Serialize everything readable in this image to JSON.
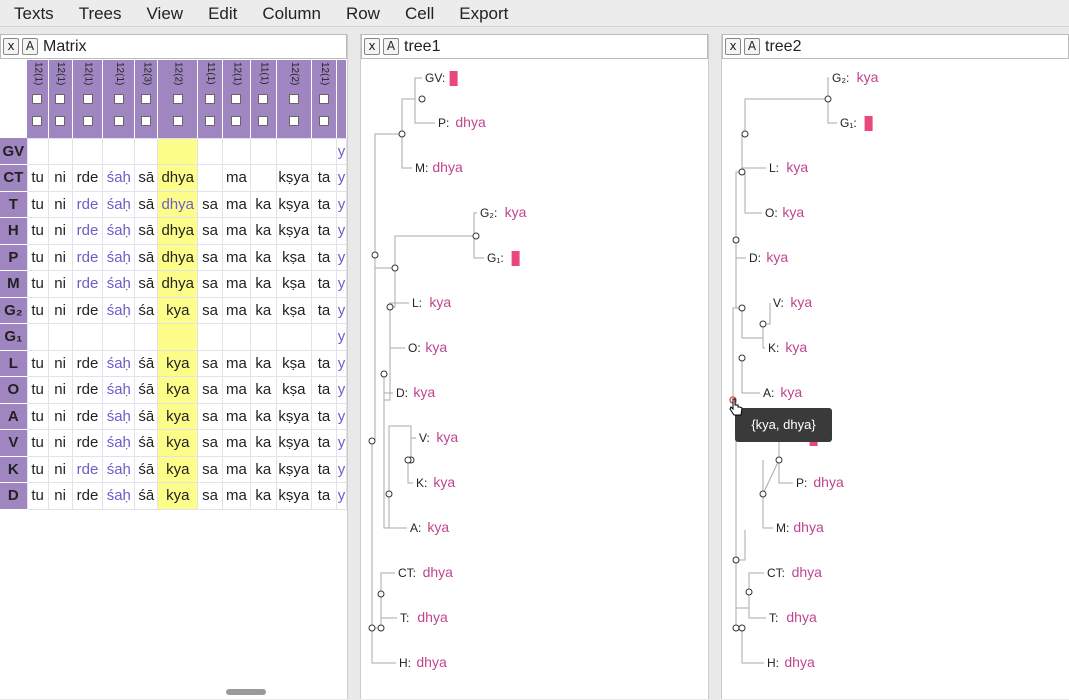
{
  "menu": [
    "Texts",
    "Trees",
    "View",
    "Edit",
    "Column",
    "Row",
    "Cell",
    "Export"
  ],
  "panels": {
    "matrix": {
      "close": "x",
      "a": "A",
      "title": "Matrix"
    },
    "tree1": {
      "close": "x",
      "a": "A",
      "title": "tree1"
    },
    "tree2": {
      "close": "x",
      "a": "A",
      "title": "tree2"
    }
  },
  "matrix": {
    "columns": [
      "12(1)",
      "12(1)",
      "12(1)",
      "12(1)",
      "12(3)",
      "12(2)",
      "11(1)",
      "12(1)",
      "11(1)",
      "12(2)",
      "12(1)"
    ],
    "rows": [
      {
        "id": "GV",
        "cells": [
          "",
          "",
          "",
          "",
          "",
          "",
          "",
          "",
          "",
          "",
          ""
        ]
      },
      {
        "id": "CT",
        "cells": [
          "tu",
          "ni",
          "rde",
          "śaḥ",
          "sā",
          "dhya",
          "",
          "ma",
          "",
          "kṣya",
          "ta"
        ]
      },
      {
        "id": "T",
        "cells": [
          "tu",
          "ni",
          "rde",
          "śaḥ",
          "sā",
          "dhya",
          "sa",
          "ma",
          "ka",
          "kṣya",
          "ta"
        ]
      },
      {
        "id": "H",
        "cells": [
          "tu",
          "ni",
          "rde",
          "śaḥ",
          "sā",
          "dhya",
          "sa",
          "ma",
          "ka",
          "kṣya",
          "ta"
        ]
      },
      {
        "id": "P",
        "cells": [
          "tu",
          "ni",
          "rde",
          "śaḥ",
          "sā",
          "dhya",
          "sa",
          "ma",
          "ka",
          "kṣa",
          "ta"
        ]
      },
      {
        "id": "M",
        "cells": [
          "tu",
          "ni",
          "rde",
          "śaḥ",
          "sā",
          "dhya",
          "sa",
          "ma",
          "ka",
          "kṣa",
          "ta"
        ]
      },
      {
        "id": "G₂",
        "cells": [
          "tu",
          "ni",
          "rde",
          "śaḥ",
          "śa",
          "kya",
          "sa",
          "ma",
          "ka",
          "kṣa",
          "ta"
        ]
      },
      {
        "id": "G₁",
        "cells": [
          "",
          "",
          "",
          "",
          "",
          "",
          "",
          "",
          "",
          "",
          ""
        ]
      },
      {
        "id": "L",
        "cells": [
          "tu",
          "ni",
          "rde",
          "śaḥ",
          "śā",
          "kya",
          "sa",
          "ma",
          "ka",
          "kṣa",
          "ta"
        ]
      },
      {
        "id": "O",
        "cells": [
          "tu",
          "ni",
          "rde",
          "śaḥ",
          "śā",
          "kya",
          "sa",
          "ma",
          "ka",
          "kṣa",
          "ta"
        ]
      },
      {
        "id": "A",
        "cells": [
          "tu",
          "ni",
          "rde",
          "śaḥ",
          "śā",
          "kya",
          "sa",
          "ma",
          "ka",
          "kṣya",
          "ta"
        ]
      },
      {
        "id": "V",
        "cells": [
          "tu",
          "ni",
          "rde",
          "śaḥ",
          "śā",
          "kya",
          "sa",
          "ma",
          "ka",
          "kṣya",
          "ta"
        ]
      },
      {
        "id": "K",
        "cells": [
          "tu",
          "ni",
          "rde",
          "śaḥ",
          "śā",
          "kya",
          "sa",
          "ma",
          "ka",
          "kṣya",
          "ta"
        ]
      },
      {
        "id": "D",
        "cells": [
          "tu",
          "ni",
          "rde",
          "śaḥ",
          "śā",
          "kya",
          "sa",
          "ma",
          "ka",
          "kṣya",
          "ta"
        ]
      }
    ],
    "variant_cells": [
      [
        2,
        2
      ],
      [
        3,
        2
      ],
      [
        4,
        2
      ],
      [
        5,
        2
      ],
      [
        2,
        3
      ],
      [
        3,
        3
      ],
      [
        4,
        3
      ],
      [
        5,
        3
      ],
      [
        6,
        3
      ],
      [
        8,
        3
      ],
      [
        9,
        3
      ],
      [
        10,
        3
      ],
      [
        11,
        3
      ],
      [
        12,
        3
      ],
      [
        13,
        3
      ],
      [
        1,
        3
      ],
      [
        2,
        5
      ],
      [
        12,
        2
      ]
    ],
    "highlight_column": 5,
    "highlight_color": "#fdfd8a",
    "header_color": "#9f86c0"
  },
  "tree1": {
    "leaves": [
      {
        "name": "GV:",
        "value": "",
        "marker": true
      },
      {
        "name": "P:",
        "value": "dhya"
      },
      {
        "name": "M:",
        "value": "dhya"
      },
      {
        "name": "G₂:",
        "value": "kya"
      },
      {
        "name": "G₁:",
        "value": "",
        "marker": true
      },
      {
        "name": "L:",
        "value": "kya"
      },
      {
        "name": "O:",
        "value": "kya"
      },
      {
        "name": "D:",
        "value": "kya"
      },
      {
        "name": "V:",
        "value": "kya"
      },
      {
        "name": "K:",
        "value": "kya"
      },
      {
        "name": "A:",
        "value": "kya"
      },
      {
        "name": "CT:",
        "value": "dhya"
      },
      {
        "name": "T:",
        "value": "dhya"
      },
      {
        "name": "H:",
        "value": "dhya"
      }
    ]
  },
  "tree2": {
    "leaves": [
      {
        "name": "G₂:",
        "value": "kya"
      },
      {
        "name": "G₁:",
        "value": "",
        "marker": true
      },
      {
        "name": "L:",
        "value": "kya"
      },
      {
        "name": "O:",
        "value": "kya"
      },
      {
        "name": "D:",
        "value": "kya"
      },
      {
        "name": "V:",
        "value": "kya"
      },
      {
        "name": "K:",
        "value": "kya"
      },
      {
        "name": "A:",
        "value": "kya"
      },
      {
        "name": "GV:",
        "value": "",
        "marker": true
      },
      {
        "name": "P:",
        "value": "dhya"
      },
      {
        "name": "M:",
        "value": "dhya"
      },
      {
        "name": "CT:",
        "value": "dhya"
      },
      {
        "name": "T:",
        "value": "dhya"
      },
      {
        "name": "H:",
        "value": "dhya"
      }
    ],
    "tooltip": "{kya, dhya}"
  },
  "colors": {
    "leaf_value": "#c0458e",
    "marker": "#e8487a",
    "variant_text": "#6e5cc8"
  }
}
